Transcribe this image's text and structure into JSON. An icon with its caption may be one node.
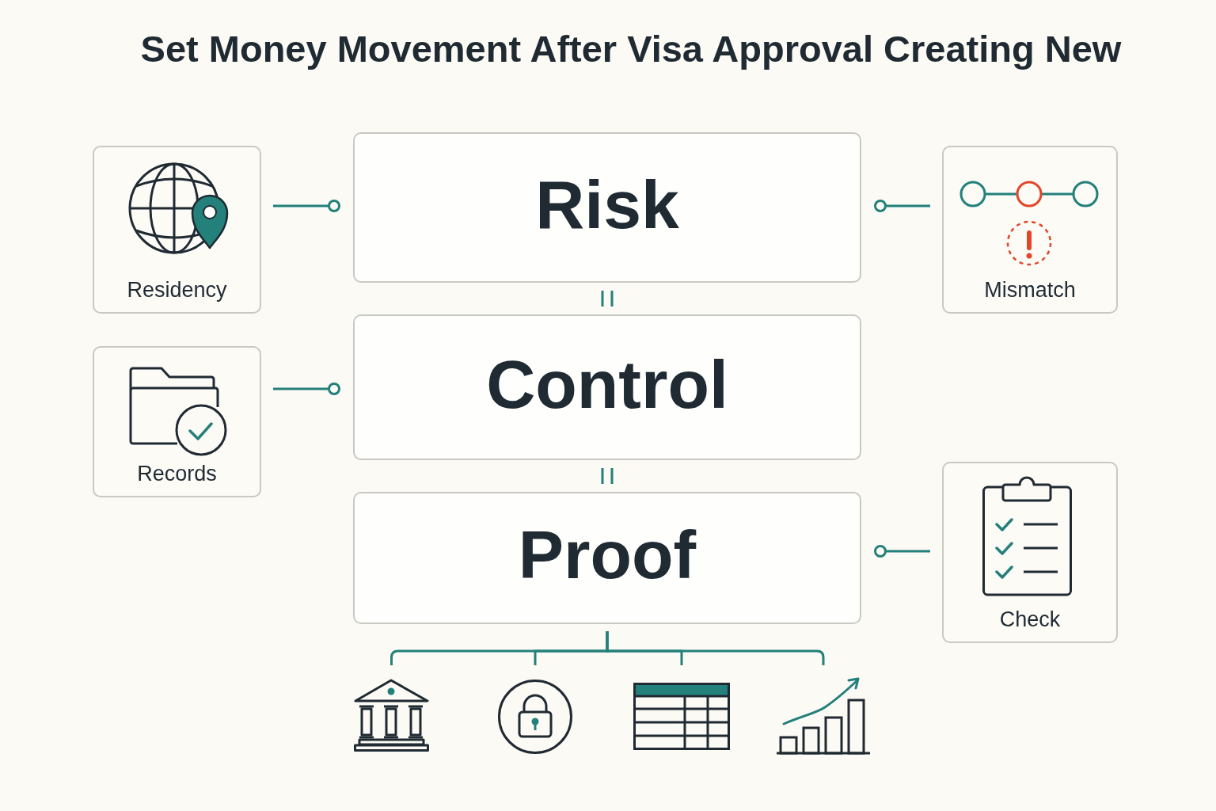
{
  "diagram": {
    "title": "Set Money Movement After Visa Approval Creating New",
    "nodes": [
      {
        "text": [
          "Residency"
        ]
      },
      {
        "text": [
          "Risk"
        ]
      },
      {
        "text": [
          "Mismatch"
        ]
      },
      {
        "text": [
          "Records"
        ]
      },
      {
        "text": [
          "Control"
        ]
      },
      {
        "text": [
          "Proof"
        ]
      },
      {
        "text": [
          "Check"
        ]
      },
      {
        "text": [],
        "shape": "picture"
      },
      {
        "text": [],
        "shape": "picture"
      },
      {
        "text": [],
        "shape": "picture"
      },
      {
        "text": [],
        "shape": "picture"
      }
    ],
    "edges": [
      {
        "from": 0,
        "to": 1,
        "arrow": "other"
      },
      {
        "from": 2,
        "to": 1,
        "arrow": "other"
      },
      {
        "from": 3,
        "to": 4,
        "arrow": "other"
      },
      {
        "from": 6,
        "to": 5,
        "arrow": "other"
      },
      {
        "from": 1,
        "to": 4,
        "arrow": "none"
      },
      {
        "from": 4,
        "to": 5,
        "arrow": "none"
      },
      {
        "from": 5,
        "to": 7,
        "arrow": "none"
      },
      {
        "from": 5,
        "to": 8,
        "arrow": "none"
      },
      {
        "from": 5,
        "to": 9,
        "arrow": "none"
      },
      {
        "from": 5,
        "to": 10,
        "arrow": "none"
      }
    ]
  }
}
